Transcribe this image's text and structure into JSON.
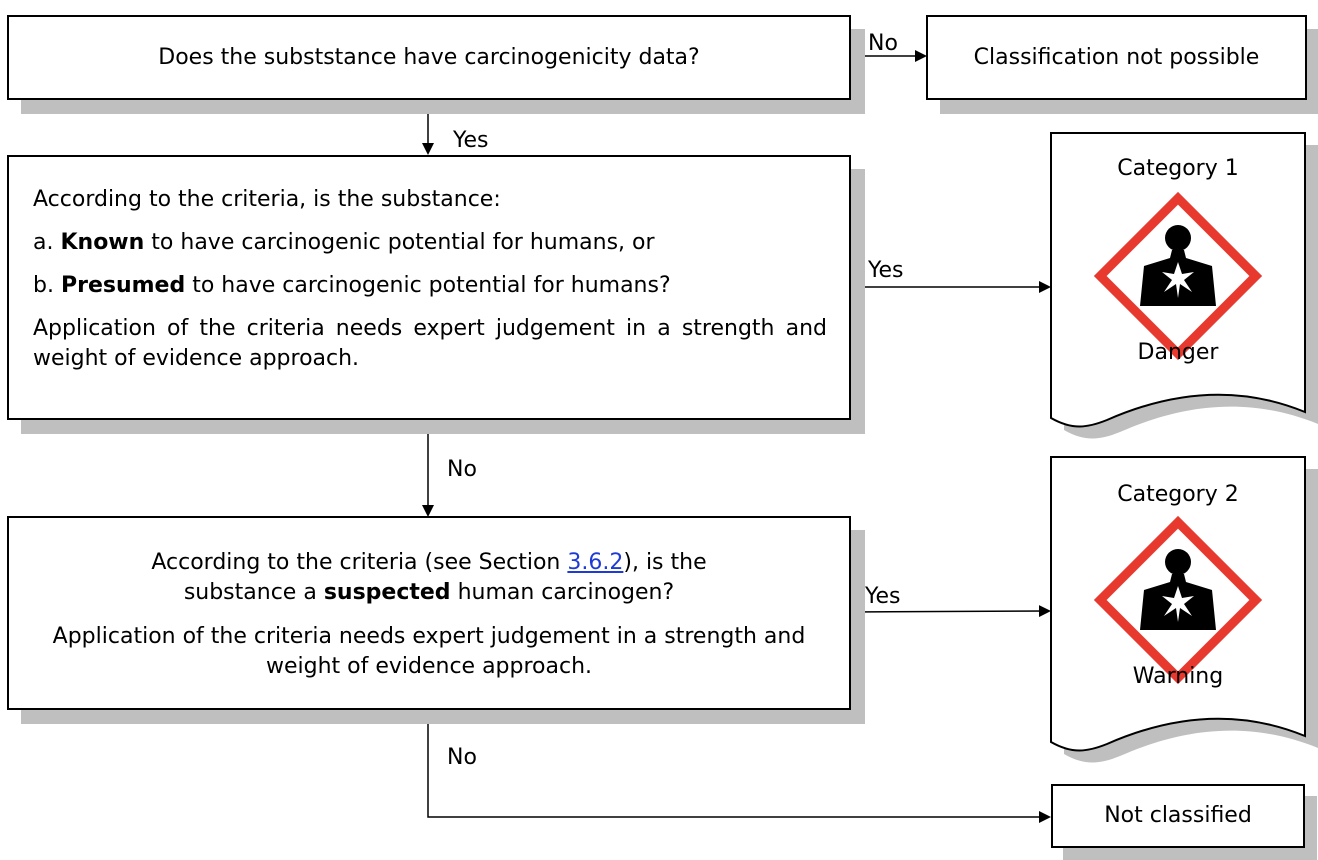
{
  "q1": {
    "text": "Does the subststance have carcinogenicity data?"
  },
  "not_possible": {
    "text": "Classification not possible"
  },
  "q2": {
    "line1": "According to the criteria, is the substance:",
    "a_prefix": "a.",
    "a_bold": "Known",
    "a_rest": "to have carcinogenic potential for humans, or",
    "b_prefix": "b.",
    "b_bold": "Presumed",
    "b_rest": "to have carcinogenic potential for humans?",
    "note": "Application of the criteria needs expert judgement in a strength and weight of evidence approach."
  },
  "q3": {
    "pre": "According to the criteria (see Section",
    "link": "3.6.2",
    "post": "), is the",
    "line2_pre": "substance a",
    "bold": "suspected",
    "line2_post": "human carcinogen?",
    "note": "Application of the criteria needs expert judgement in a strength and weight of evidence approach."
  },
  "cat1": {
    "title": "Category 1",
    "signal": "Danger"
  },
  "cat2": {
    "title": "Category 2",
    "signal": "Warning"
  },
  "not_classified": {
    "text": "Not classified"
  },
  "labels": {
    "no1": "No",
    "yes1": "Yes",
    "yes2": "Yes",
    "no2": "No",
    "yes3": "Yes",
    "no3": "No"
  },
  "colors": {
    "pictogram_border": "#e8392f",
    "shadow": "#bfbfbf",
    "link": "#1f3bd6"
  },
  "icons": [
    "health-hazard-pictogram"
  ]
}
